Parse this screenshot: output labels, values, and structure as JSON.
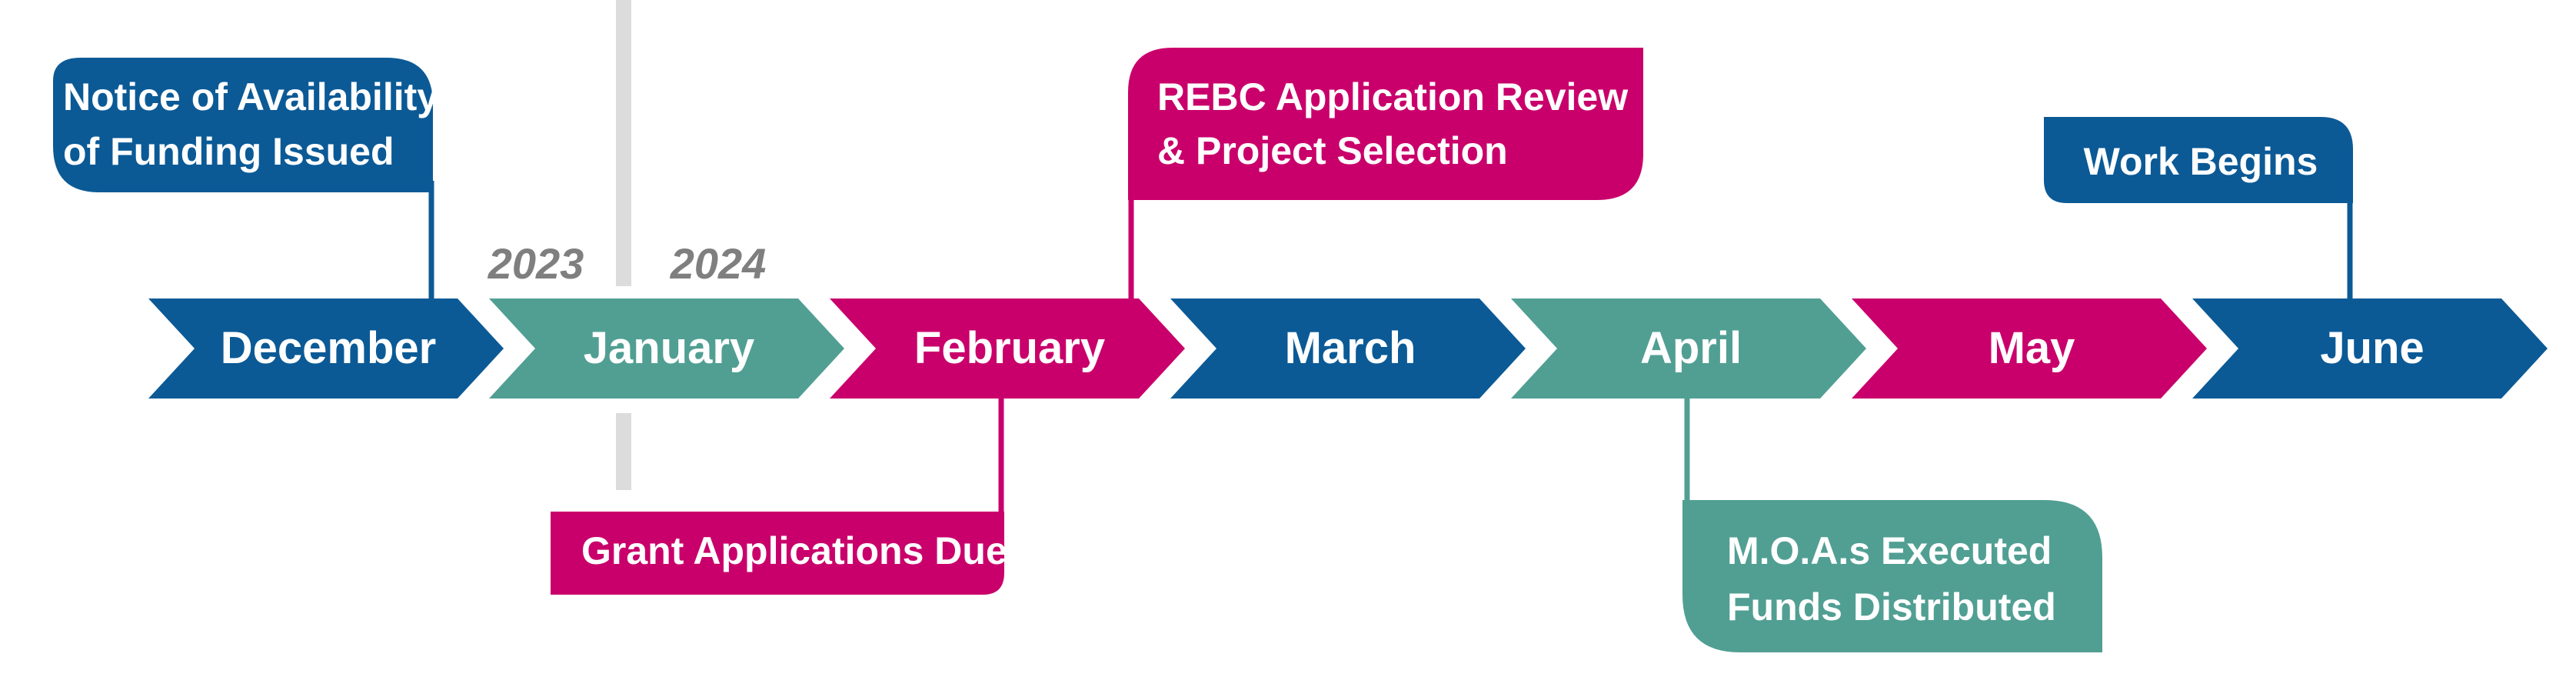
{
  "colors": {
    "blue": "#0b5a96",
    "teal": "#519f93",
    "magenta": "#c9006b",
    "divider": "#dcdcdc",
    "year_text": "#7f7f7f"
  },
  "years": {
    "left": "2023",
    "right": "2024"
  },
  "months": [
    {
      "label": "December",
      "color": "blue"
    },
    {
      "label": "January",
      "color": "teal"
    },
    {
      "label": "February",
      "color": "magenta"
    },
    {
      "label": "March",
      "color": "blue"
    },
    {
      "label": "April",
      "color": "teal"
    },
    {
      "label": "May",
      "color": "magenta"
    },
    {
      "label": "June",
      "color": "blue"
    }
  ],
  "callouts": [
    {
      "id": "noa",
      "month": "December",
      "color": "blue",
      "lines": [
        "Notice of Availability",
        "of Funding Issued"
      ]
    },
    {
      "id": "grant",
      "month": "February",
      "color": "magenta",
      "lines": [
        "Grant Applications Due"
      ]
    },
    {
      "id": "rebc",
      "month": "February",
      "color": "magenta",
      "lines": [
        "REBC Application Review",
        "& Project Selection"
      ]
    },
    {
      "id": "moa",
      "month": "April",
      "color": "teal",
      "lines": [
        "M.O.A.s Executed",
        "Funds Distributed"
      ]
    },
    {
      "id": "work",
      "month": "June",
      "color": "blue",
      "lines": [
        "Work Begins"
      ]
    }
  ]
}
